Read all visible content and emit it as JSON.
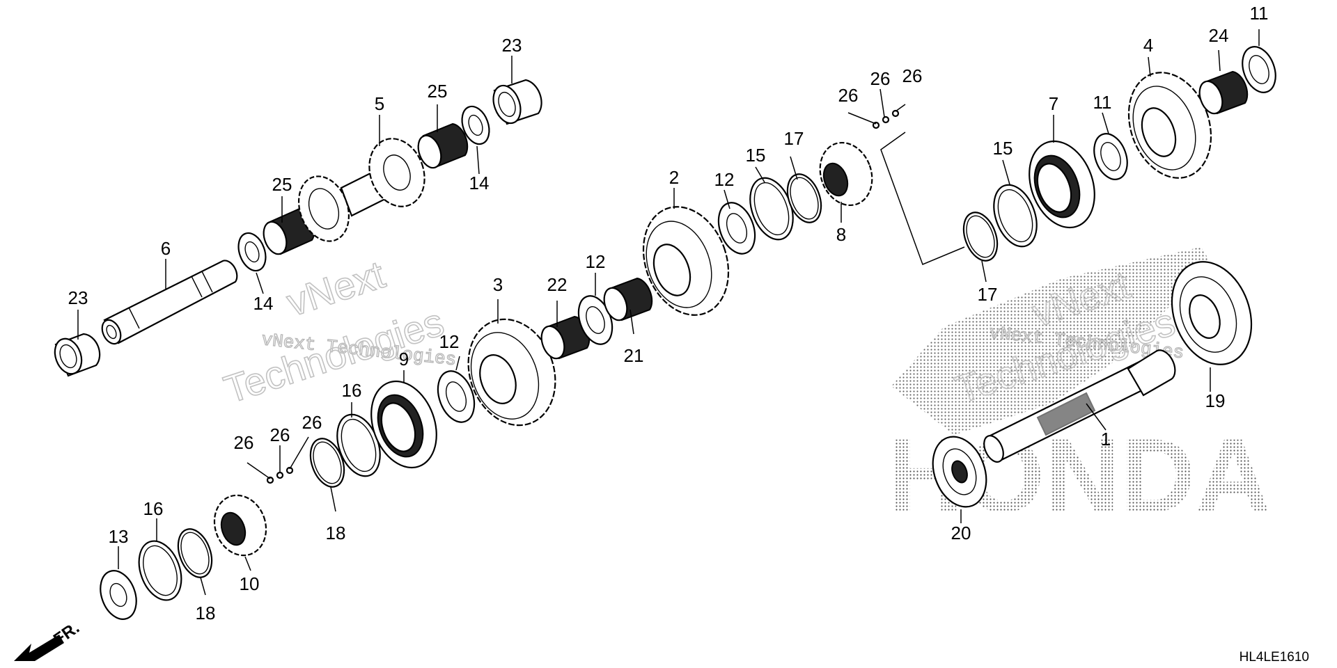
{
  "diagram": {
    "code": "HL4LE1610",
    "front_label": "FR.",
    "watermark": {
      "brand": "vNext",
      "line": "vNext Technologies",
      "word": "Technologies"
    },
    "logo_text": "HONDA",
    "part_labels": [
      {
        "id": "lbl-23a",
        "text": "23"
      },
      {
        "id": "lbl-23b",
        "text": "23"
      },
      {
        "id": "lbl-5",
        "text": "5"
      },
      {
        "id": "lbl-25a",
        "text": "25"
      },
      {
        "id": "lbl-25b",
        "text": "25"
      },
      {
        "id": "lbl-14a",
        "text": "14"
      },
      {
        "id": "lbl-14b",
        "text": "14"
      },
      {
        "id": "lbl-6",
        "text": "6"
      },
      {
        "id": "lbl-2",
        "text": "2"
      },
      {
        "id": "lbl-12a",
        "text": "12"
      },
      {
        "id": "lbl-12b",
        "text": "12"
      },
      {
        "id": "lbl-12c",
        "text": "12"
      },
      {
        "id": "lbl-15a",
        "text": "15"
      },
      {
        "id": "lbl-15b",
        "text": "15"
      },
      {
        "id": "lbl-17a",
        "text": "17"
      },
      {
        "id": "lbl-17b",
        "text": "17"
      },
      {
        "id": "lbl-8",
        "text": "8"
      },
      {
        "id": "lbl-26a",
        "text": "26"
      },
      {
        "id": "lbl-26b",
        "text": "26"
      },
      {
        "id": "lbl-26c",
        "text": "26"
      },
      {
        "id": "lbl-26d",
        "text": "26"
      },
      {
        "id": "lbl-26e",
        "text": "26"
      },
      {
        "id": "lbl-26f",
        "text": "26"
      },
      {
        "id": "lbl-4",
        "text": "4"
      },
      {
        "id": "lbl-24",
        "text": "24"
      },
      {
        "id": "lbl-11a",
        "text": "11"
      },
      {
        "id": "lbl-11b",
        "text": "11"
      },
      {
        "id": "lbl-7",
        "text": "7"
      },
      {
        "id": "lbl-3",
        "text": "3"
      },
      {
        "id": "lbl-22",
        "text": "22"
      },
      {
        "id": "lbl-21",
        "text": "21"
      },
      {
        "id": "lbl-9",
        "text": "9"
      },
      {
        "id": "lbl-16a",
        "text": "16"
      },
      {
        "id": "lbl-16b",
        "text": "16"
      },
      {
        "id": "lbl-18a",
        "text": "18"
      },
      {
        "id": "lbl-18b",
        "text": "18"
      },
      {
        "id": "lbl-13",
        "text": "13"
      },
      {
        "id": "lbl-10",
        "text": "10"
      },
      {
        "id": "lbl-1",
        "text": "1"
      },
      {
        "id": "lbl-19",
        "text": "19"
      },
      {
        "id": "lbl-20",
        "text": "20"
      }
    ]
  }
}
